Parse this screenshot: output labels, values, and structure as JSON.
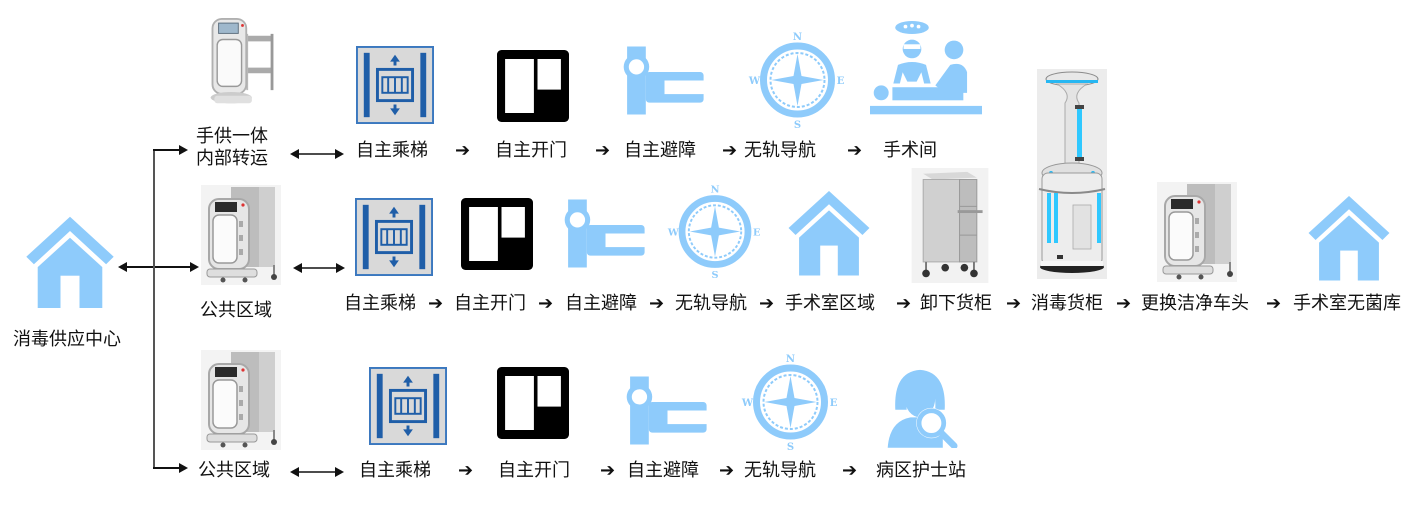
{
  "colors": {
    "accent_blue": "#8ecbfb",
    "elevator_blue": "#1f5ea8",
    "elevator_bg": "#d9d9d9",
    "door_black": "#000000",
    "line": "#555555"
  },
  "hub": {
    "label": "消毒供应中心",
    "icon": "house-icon"
  },
  "rows": [
    {
      "start": {
        "label_line1": "手供一体",
        "label_line2": "内部转运",
        "icon": "delivery-robot-icon"
      },
      "steps": [
        {
          "label": "自主乘梯",
          "icon": "elevator-icon"
        },
        {
          "label": "自主开门",
          "icon": "door-icon"
        },
        {
          "label": "自主避障",
          "icon": "obstacle-avoidance-icon"
        },
        {
          "label": "无轨导航",
          "icon": "compass-icon"
        },
        {
          "label": "手术间",
          "icon": "operating-room-icon"
        }
      ]
    },
    {
      "start": {
        "label": "公共区域",
        "icon": "cabinet-robot-icon"
      },
      "steps": [
        {
          "label": "自主乘梯",
          "icon": "elevator-icon"
        },
        {
          "label": "自主开门",
          "icon": "door-icon"
        },
        {
          "label": "自主避障",
          "icon": "obstacle-avoidance-icon"
        },
        {
          "label": "无轨导航",
          "icon": "compass-icon"
        },
        {
          "label": "手术室区域",
          "icon": "house-icon"
        },
        {
          "label": "卸下货柜",
          "icon": "cart-cabinet-icon"
        },
        {
          "label": "消毒货柜",
          "icon": "uv-disinfection-robot-icon"
        },
        {
          "label": "更换洁净车头",
          "icon": "cabinet-robot-icon"
        },
        {
          "label": "手术室无菌库",
          "icon": "house-icon"
        }
      ]
    },
    {
      "start": {
        "label": "公共区域",
        "icon": "cabinet-robot-icon"
      },
      "steps": [
        {
          "label": "自主乘梯",
          "icon": "elevator-icon"
        },
        {
          "label": "自主开门",
          "icon": "door-icon"
        },
        {
          "label": "自主避障",
          "icon": "obstacle-avoidance-icon"
        },
        {
          "label": "无轨导航",
          "icon": "compass-icon"
        },
        {
          "label": "病区护士站",
          "icon": "nurse-search-icon"
        }
      ]
    }
  ],
  "arrows": {
    "right": "➔",
    "double": "⟷"
  },
  "compass": {
    "n": "N",
    "s": "S",
    "e": "E",
    "w": "W"
  }
}
